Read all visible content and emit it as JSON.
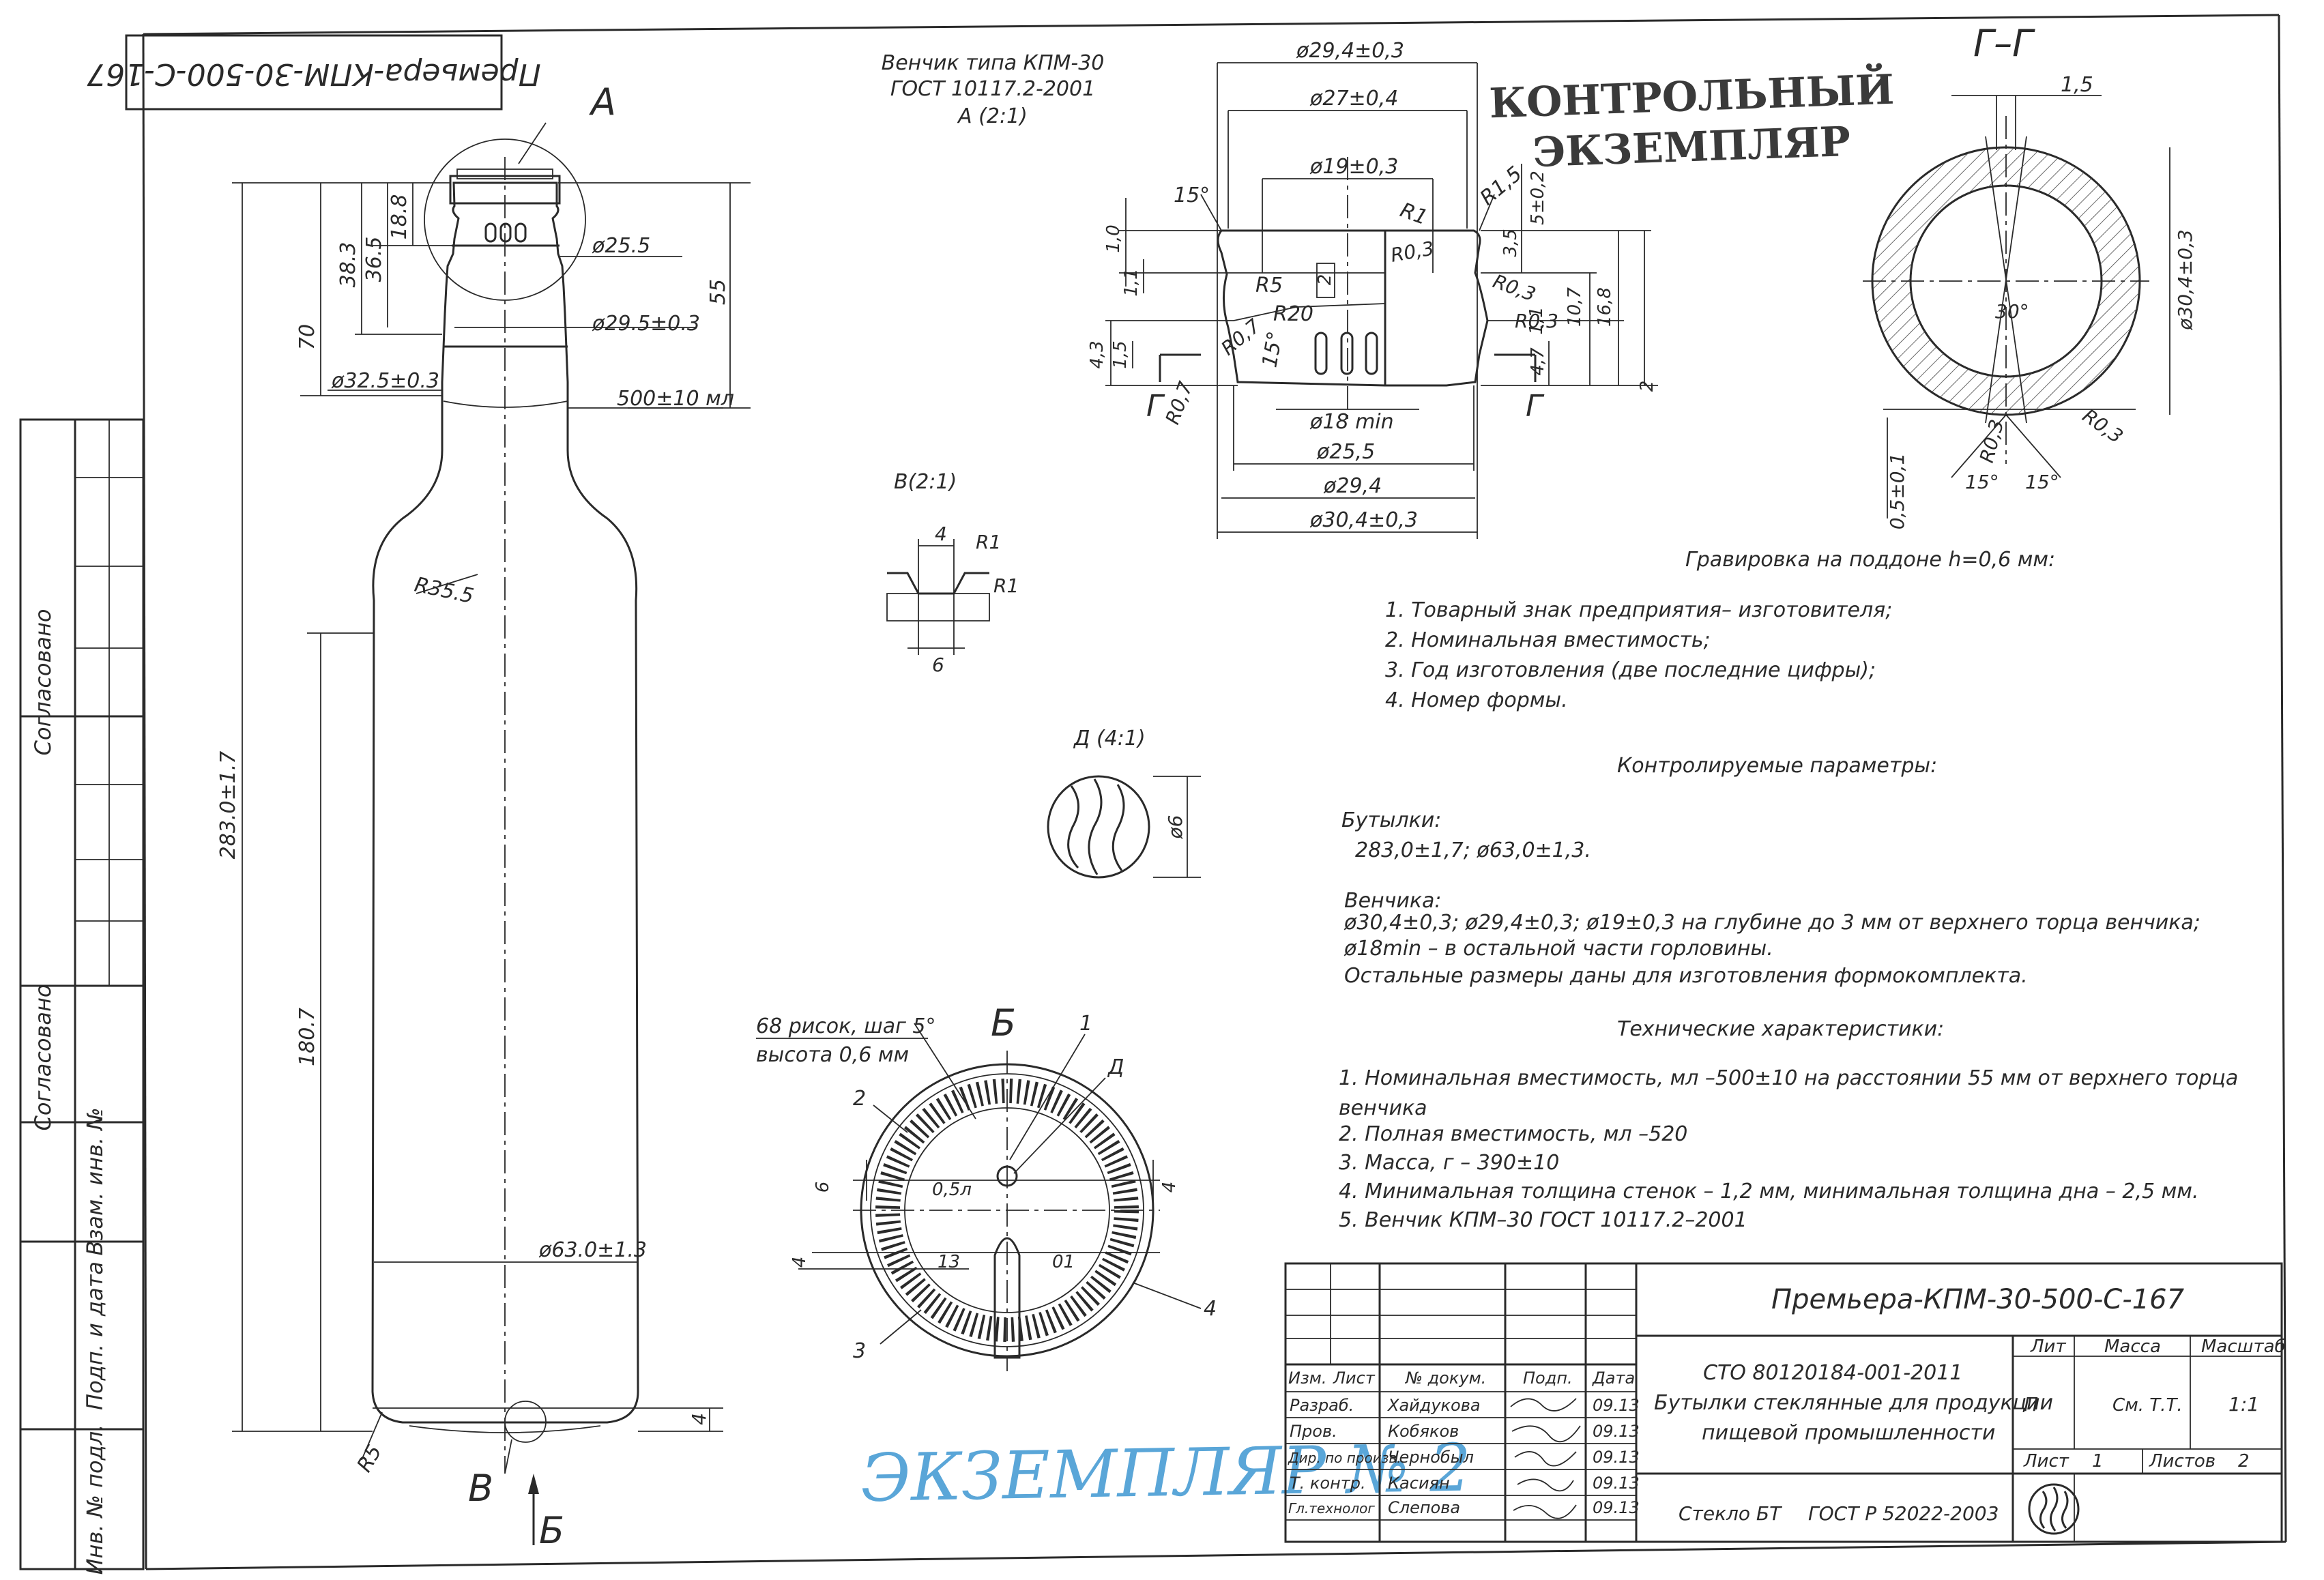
{
  "sheet": {
    "rotated_title": "Премьера-КПМ-30-500-С-167",
    "stamp_line1": "КОНТРОЛЬНЫЙ",
    "stamp_line2": "ЭКЗЕМПЛЯР",
    "copy_stamp": "ЭКЗЕМПЛЯР № 2",
    "copy_stamp_color": "#5aa6d8",
    "ink_color": "#2a2a2a"
  },
  "left_strip": {
    "agreed_1": "Согласовано",
    "agreed_2": "Согласовано",
    "inv_vzam": "Взам. инв. №",
    "sign_date": "Подп. и дата",
    "inv_podl": "Инв. № подл."
  },
  "bottle": {
    "detail_a": "А",
    "detail_v": "В",
    "section_b": "Б",
    "dims": {
      "d_top": "ø25.5",
      "d_neck": "ø29.5±0.3",
      "d_ring": "ø32.5±0.3",
      "d_body": "ø63.0±1.3",
      "volume": "500±10 мл",
      "r_shoulder": "R35.5",
      "r_base": "R5",
      "h_total": "283.0±1.7",
      "h_body": "180.7",
      "h_70": "70",
      "h_383": "38.3",
      "h_365": "36.5",
      "h_188": "18.8",
      "h_55": "55",
      "h_4": "4"
    }
  },
  "finish": {
    "title1": "Венчик типа КПМ-30",
    "title2": "ГОСТ 10117.2-2001",
    "title3": "А (2:1)",
    "dims": {
      "d294": "ø29,4±0,3",
      "d27": "ø27±0,4",
      "d19": "ø19±0,3",
      "d18": "ø18 min",
      "d255": "ø25,5",
      "d294b": "ø29,4",
      "d304": "ø30,4±0,3",
      "a15a": "15°",
      "a15b": "15°",
      "r1": "R1",
      "r15": "R1,5",
      "r5": "R5",
      "r20": "R20",
      "r07a": "R0,7",
      "r07b": "R0,7",
      "r03a": "R0,3",
      "r03b": "R0,3",
      "r03c": "R0,3",
      "h10": "1,0",
      "h11a": "1,1",
      "h11b": "1,1",
      "h43": "4,3",
      "h15": "1,5",
      "h2a": "2",
      "h2b": "2",
      "h35": "3,5",
      "h5": "5±0,2",
      "h107": "10,7",
      "h168": "16,8",
      "h47": "4,7",
      "section_mark": "Г"
    }
  },
  "section_g": {
    "title": "Г–Г",
    "dims": {
      "w15": "1,5",
      "d304": "ø30,4±0,3",
      "h05": "0,5±0,1",
      "a30": "30°",
      "r03a": "R0,3",
      "r03b": "R0,3",
      "a15a": "15°",
      "a15b": "15°"
    }
  },
  "detail_v": {
    "title": "В(2:1)",
    "w4": "4",
    "w6": "6",
    "r1a": "R1",
    "r1b": "R1"
  },
  "detail_d": {
    "title": "Д (4:1)",
    "d6": "ø6"
  },
  "base_view": {
    "title": "Б",
    "note1": "68 рисок, шаг 5°",
    "note2": "высота 0,6 мм",
    "c1": "1",
    "c2": "2",
    "c3": "3",
    "c4": "4",
    "cd": "Д",
    "h05": "0,5л",
    "n13": "13",
    "n01": "01",
    "d6": "6",
    "d4a": "4",
    "d4b": "4"
  },
  "notes": {
    "engraving_title": "Гравировка на поддоне h=0,6 мм:",
    "engraving": [
      "1.  Товарный знак предприятия– изготовителя;",
      "2.  Номинальная вместимость;",
      "3.  Год изготовления (две последние цифры);",
      "4.  Номер формы."
    ],
    "controlled_title": "Контролируемые параметры:",
    "bottles_label": "Бутылки:",
    "bottles_values": "283,0±1,7;  ø63,0±1,3.",
    "finish_label": "Венчика:",
    "finish_line1": "ø30,4±0,3;  ø29,4±0,3; ø19±0,3  на глубине до 3 мм от верхнего торца венчика;",
    "finish_line2": "ø18min  –  в остальной части горловины.",
    "finish_line3": "Остальные размеры даны для изготовления формокомплекта.",
    "tech_title": "Технические характеристики:",
    "tech": [
      "1.  Номинальная вместимость, мл –500±10 на расстоянии 55 мм от верхнего торца",
      "     венчика",
      "2.  Полная вместимость, мл –520",
      "3.  Масса, г –  390±10",
      "4.  Минимальная толщина стенок – 1,2 мм, минимальная толщина дна – 2,5 мм.",
      "5.  Венчик   КПМ–30 ГОСТ 10117.2–2001"
    ]
  },
  "title_block": {
    "designation": "Премьера-КПМ-30-500-С-167",
    "std": "СТО 80120184-001-2011",
    "product1": "Бутылки стеклянные для продукции",
    "product2": "пищевой промышленности",
    "material": "Стекло БТ",
    "gost": "ГОСТ Р 52022-2003",
    "head": {
      "izm": "Изм.",
      "list": "Лист",
      "doc": "№ докум.",
      "podp": "Подп.",
      "data": "Дата"
    },
    "roles": [
      {
        "role": "Разраб.",
        "name": "Хайдукова",
        "date": "09.13"
      },
      {
        "role": "Пров.",
        "name": "Кобяков",
        "date": "09.13"
      },
      {
        "role": "Дир. по произв.",
        "name": "Чернобыл",
        "date": "09.13"
      },
      {
        "role": "Т. контр.",
        "name": "Касиян",
        "date": "09.13"
      },
      {
        "role": "Гл.технолог",
        "name": "Слепова",
        "date": "09.13"
      }
    ],
    "lit_label": "Лит",
    "mass_label": "Масса",
    "scale_label": "Масштаб",
    "lit": "П",
    "mass": "См. Т.Т.",
    "scale": "1:1",
    "sheet_label": "Лист",
    "sheet": "1",
    "sheets_label": "Листов",
    "sheets": "2"
  }
}
